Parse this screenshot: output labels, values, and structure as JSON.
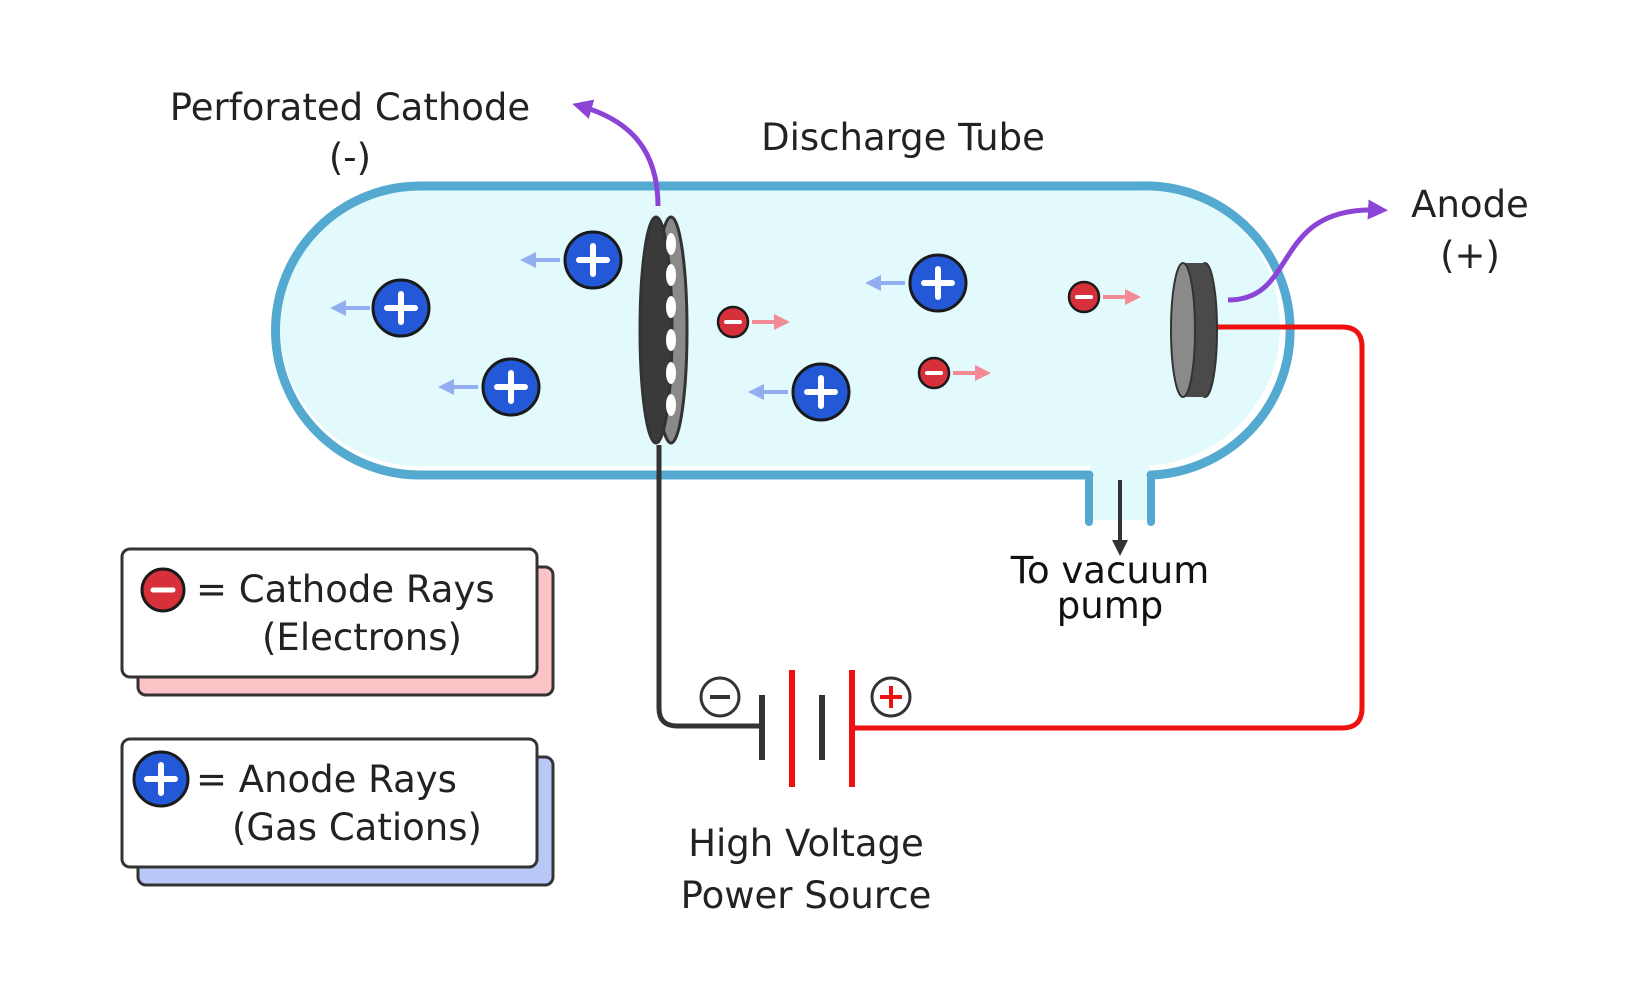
{
  "labels": {
    "perforated_cathode": "Perforated Cathode",
    "cathode_sign": "(-)",
    "discharge_tube": "Discharge Tube",
    "anode": "Anode",
    "anode_sign": "(+)",
    "vacuum_line1": "To vacuum",
    "vacuum_line2": "pump",
    "power_line1": "High Voltage",
    "power_line2": "Power Source"
  },
  "legend": {
    "cathode_rays": "= Cathode Rays",
    "cathode_rays_sub": "(Electrons)",
    "anode_rays": "= Anode Rays",
    "anode_rays_sub": "(Gas Cations)"
  },
  "colors": {
    "tube_fill": "#e2fafc",
    "tube_stroke": "#53a9cf",
    "cation": "#2359d6",
    "electron": "#d6303a",
    "cathode_lead": "#8b44d6",
    "negative_wire": "#333333",
    "positive_wire": "#f01010",
    "legend_cathode_shadow": "#fbc3c6",
    "legend_anode_shadow": "#b9c9f7"
  }
}
